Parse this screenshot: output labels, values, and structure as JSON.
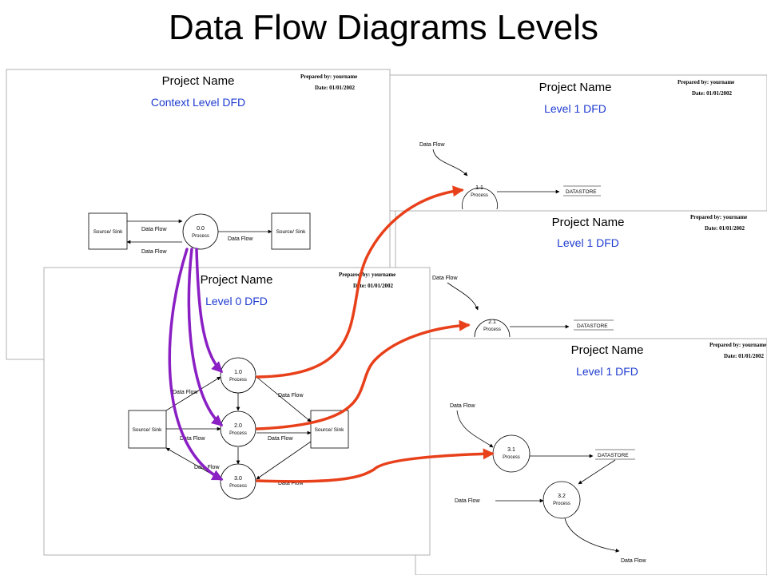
{
  "slide": {
    "title": "Data Flow Diagrams Levels"
  },
  "colors": {
    "title_blue": "#1f3cd0",
    "purple": "#8a1fc4",
    "orange": "#e8401a",
    "border": "#b0b0b0"
  },
  "pages": {
    "context": {
      "project": "Project Name",
      "subtitle": "Context Level DFD",
      "prepared": "Prepared by: yourname",
      "date": "Date: 01/01/2002",
      "source_left": "Source/ Sink",
      "source_right": "Source/ Sink",
      "process_num": "0.0",
      "process_label": "Process",
      "flow_top": "Data Flow",
      "flow_bottom": "Data Flow",
      "flow_right": "Data Flow"
    },
    "l1a": {
      "project": "Project Name",
      "subtitle": "Level 1 DFD",
      "prepared": "Prepared by: yourname",
      "date": "Date: 01/01/2002",
      "flow": "Data Flow",
      "process_num": "1.1",
      "process_label": "Process",
      "store": "DATASTORE"
    },
    "l1b": {
      "project": "Project Name",
      "subtitle": "Level 1 DFD",
      "prepared": "Prepared by: yourname",
      "date": "Date: 01/01/2002",
      "flow": "Data Flow",
      "process_num": "2.1",
      "process_label": "Process",
      "store": "DATASTORE"
    },
    "l1c": {
      "project": "Project Name",
      "subtitle": "Level 1 DFD",
      "prepared": "Prepared by: yourname",
      "date": "Date: 01/01/2002",
      "flow_top": "Data Flow",
      "flow_mid": "Data Flow",
      "flow_bottom": "Data Flow",
      "p1_num": "3.1",
      "p1_label": "Process",
      "p2_num": "3.2",
      "p2_label": "Process",
      "store": "DATASTORE"
    },
    "level0": {
      "project": "Project Name",
      "subtitle": "Level 0 DFD",
      "prepared": "Prepared by: yourname",
      "date": "Date: 01/01/2002",
      "source_left": "Source/ Sink",
      "source_right": "Source/ Sink",
      "p1_num": "1.0",
      "p1_label": "Process",
      "p2_num": "2.0",
      "p2_label": "Process",
      "p3_num": "3.0",
      "p3_label": "Process",
      "flow1": "Data Flow",
      "flow2": "Data Flow",
      "flow3": "Data Flow",
      "flow4": "Data Flow",
      "flow5": "Data Flow",
      "flow6": "Data Flow"
    }
  }
}
